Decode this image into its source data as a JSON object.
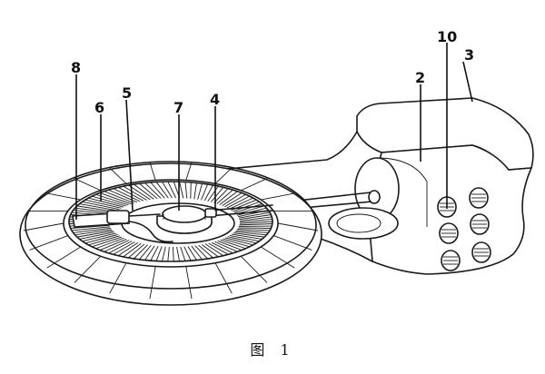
{
  "figure": {
    "caption": "图 1",
    "labels": [
      "2",
      "3",
      "4",
      "5",
      "6",
      "7",
      "8",
      "10"
    ]
  }
}
